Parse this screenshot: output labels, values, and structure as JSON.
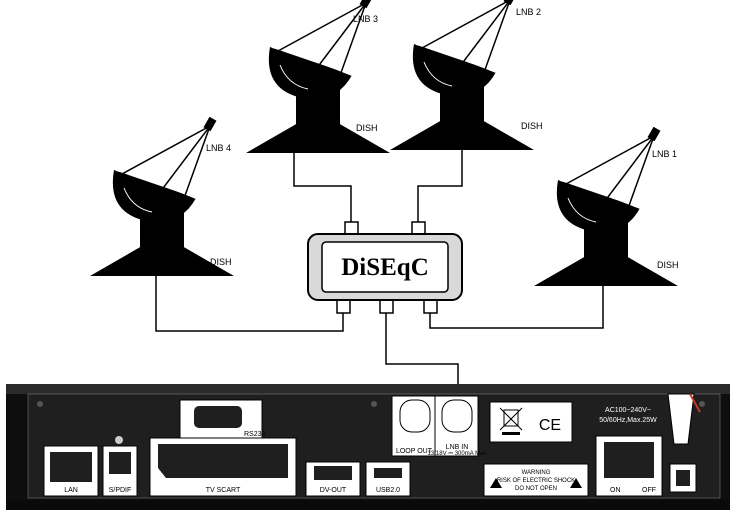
{
  "dishes": [
    {
      "lnb": "LNB 3",
      "dish": "DISH"
    },
    {
      "lnb": "LNB 2",
      "dish": "DISH"
    },
    {
      "lnb": "LNB 4",
      "dish": "DISH"
    },
    {
      "lnb": "LNB 1",
      "dish": "DISH"
    }
  ],
  "switch": {
    "title": "DiSEqC"
  },
  "panel": {
    "lan": "LAN",
    "spdif": "S/PDIF",
    "rs232": "RS232",
    "scart": "TV SCART",
    "dvout": "DV-OUT",
    "usb": "USB2.0",
    "loop_out": "LOOP OUT",
    "lnb_in": "LNB IN",
    "lnb_in_spec": "13/18V ⎓ 300mA Max",
    "ce": "CE",
    "power_spec_1": "AC100~240V~",
    "power_spec_2": "50/60Hz,Max.25W",
    "warning_1": "WARNING",
    "warning_2": "RISK OF ELECTRIC SHOCK",
    "warning_3": "DO NOT OPEN",
    "on": "ON",
    "off": "OFF"
  },
  "colors": {
    "panel": "#1a1a1a",
    "line": "#000000",
    "switch_fill": "#d9d9d9",
    "accent_red": "#c0392b"
  }
}
